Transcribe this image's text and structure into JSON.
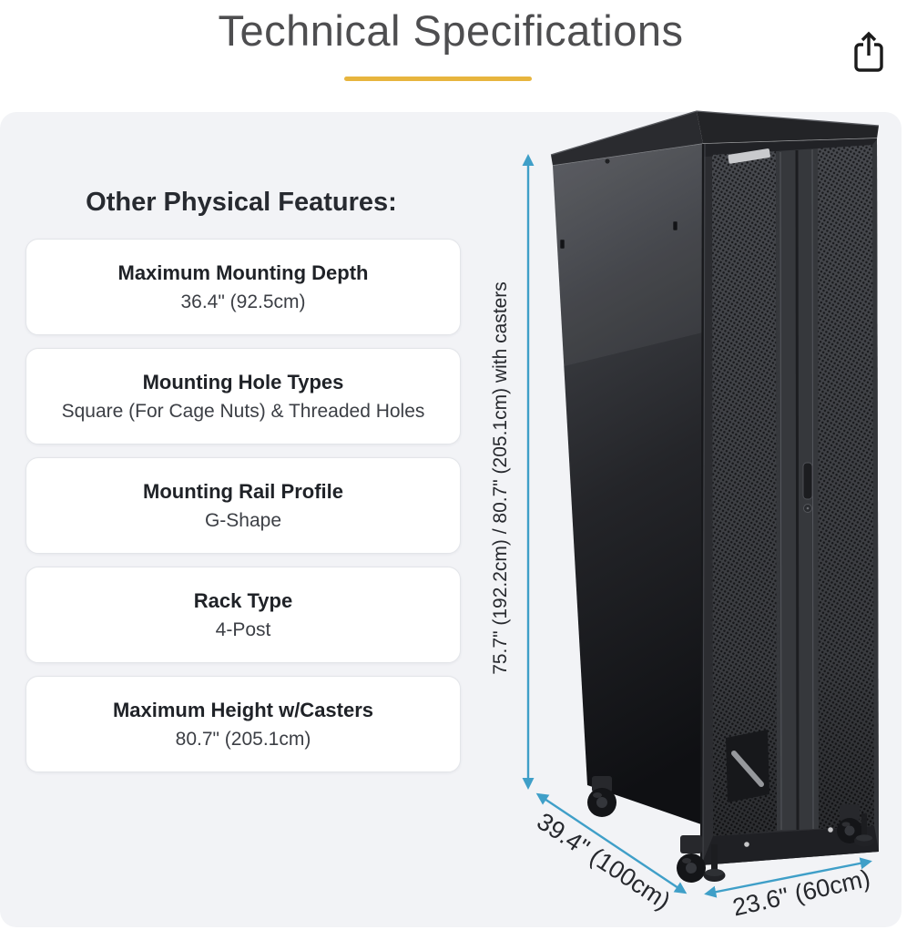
{
  "header": {
    "title": "Technical Specifications"
  },
  "accent": {
    "underline_color": "#e7b53e",
    "dimension_arrow_color": "#3f9fc8"
  },
  "features": {
    "heading": "Other Physical Features:",
    "cards": [
      {
        "label": "Maximum Mounting Depth",
        "value": "36.4\" (92.5cm)"
      },
      {
        "label": "Mounting Hole Types",
        "value": "Square (For Cage Nuts) & Threaded Holes"
      },
      {
        "label": "Mounting Rail Profile",
        "value": "G-Shape"
      },
      {
        "label": "Rack Type",
        "value": "4-Post"
      },
      {
        "label": "Maximum Height w/Casters",
        "value": "80.7\" (205.1cm)"
      }
    ]
  },
  "product": {
    "name": "server rack cabinet",
    "dimensions": {
      "height": "75.7\" (192.2cm) / 80.7\" (205.1cm) with casters",
      "depth": "39.4\" (100cm)",
      "width": "23.6\" (60cm)"
    }
  }
}
